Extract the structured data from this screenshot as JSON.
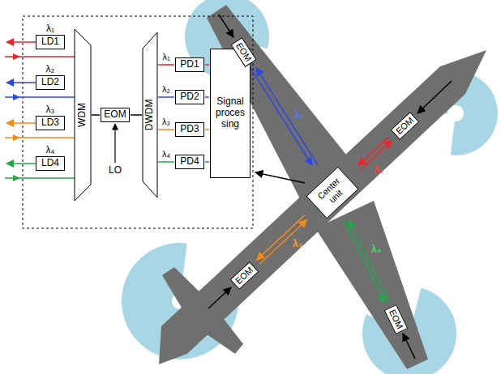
{
  "diagram": {
    "nodes": [
      {
        "text": [
          "LD1"
        ]
      },
      {
        "text": [
          "LD2"
        ]
      },
      {
        "text": [
          "LD3"
        ]
      },
      {
        "text": [
          "LD4"
        ]
      },
      {
        "text": [
          "WDM"
        ]
      },
      {
        "text": [
          "EOM"
        ]
      },
      {
        "text": [
          "DWDM"
        ]
      },
      {
        "text": [
          "PD1"
        ]
      },
      {
        "text": [
          "PD2"
        ]
      },
      {
        "text": [
          "PD3"
        ]
      },
      {
        "text": [
          "PD4"
        ]
      },
      {
        "text": [
          "Signal proces sing"
        ]
      },
      {
        "text": [
          "Center unit"
        ]
      },
      {
        "text": [
          "EOM"
        ]
      },
      {
        "text": [
          "EOM"
        ]
      },
      {
        "text": [
          "EOM"
        ]
      },
      {
        "text": [
          "EOM"
        ]
      }
    ],
    "edges": [
      {
        "from": 4,
        "to": 5,
        "arrow": "none"
      },
      {
        "from": 5,
        "to": 6,
        "arrow": "none"
      },
      {
        "from": 6,
        "to": 7,
        "arrow": "none"
      },
      {
        "from": 6,
        "to": 8,
        "arrow": "none"
      },
      {
        "from": 6,
        "to": 9,
        "arrow": "none"
      },
      {
        "from": 6,
        "to": 10,
        "arrow": "none"
      },
      {
        "from": 7,
        "to": 11,
        "arrow": "none"
      },
      {
        "from": 8,
        "to": 11,
        "arrow": "none"
      },
      {
        "from": 9,
        "to": 11,
        "arrow": "none"
      },
      {
        "from": 10,
        "to": 11,
        "arrow": "none"
      },
      {
        "from": 12,
        "to": 14,
        "arrow": "to"
      },
      {
        "from": 14,
        "to": 12,
        "arrow": "to"
      },
      {
        "from": 12,
        "to": 13,
        "arrow": "to"
      },
      {
        "from": 13,
        "to": 12,
        "arrow": "to"
      },
      {
        "from": 12,
        "to": 15,
        "arrow": "to"
      },
      {
        "from": 15,
        "to": 12,
        "arrow": "to"
      },
      {
        "from": 12,
        "to": 16,
        "arrow": "to"
      },
      {
        "from": 16,
        "to": 12,
        "arrow": "to"
      }
    ],
    "labels": [
      "λ₁",
      "λ₂",
      "λ₃",
      "λ₄",
      "LO",
      "λ₁",
      "λ₂",
      "λ₃",
      "λ₄",
      "λ₂",
      "λ₁",
      "λ₃",
      "λ₄"
    ]
  }
}
